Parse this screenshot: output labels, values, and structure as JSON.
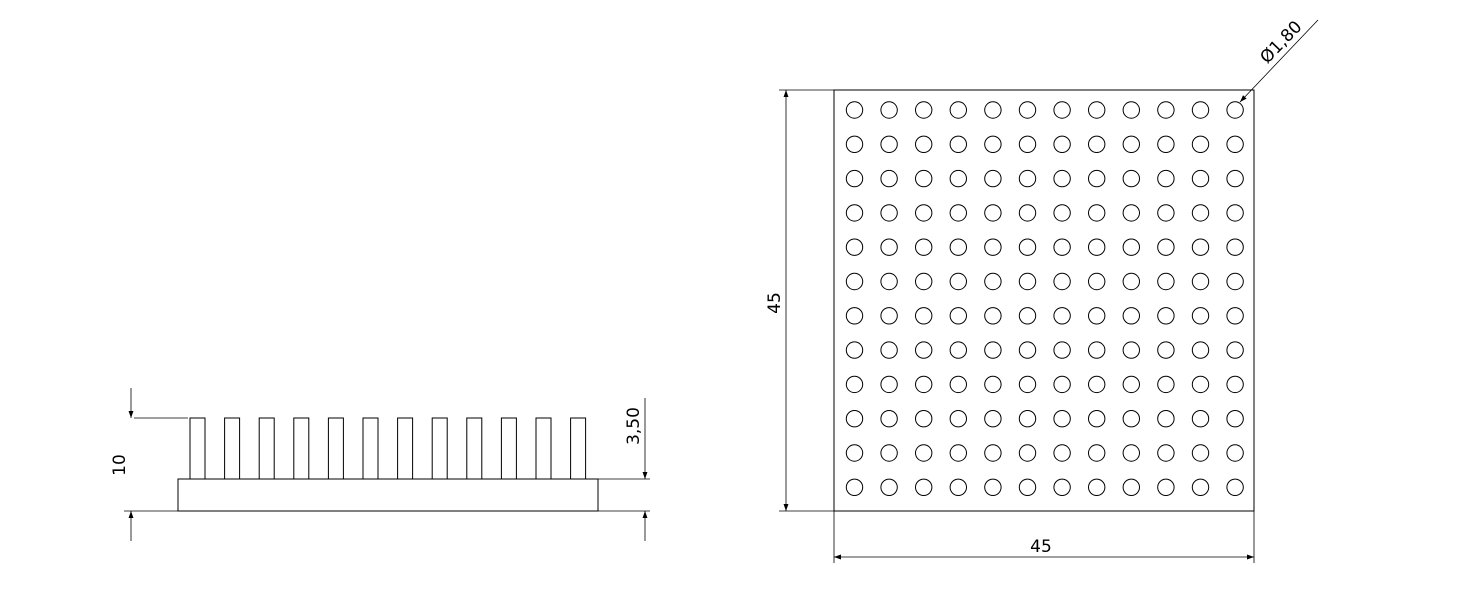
{
  "side_view": {
    "height_dim": "10",
    "pin_length_dim": "3,50",
    "pin_count": 12
  },
  "top_view": {
    "height_dim": "45",
    "width_dim": "45",
    "hole_dim": "Ø1,80",
    "grid_rows": 12,
    "grid_cols": 12
  }
}
